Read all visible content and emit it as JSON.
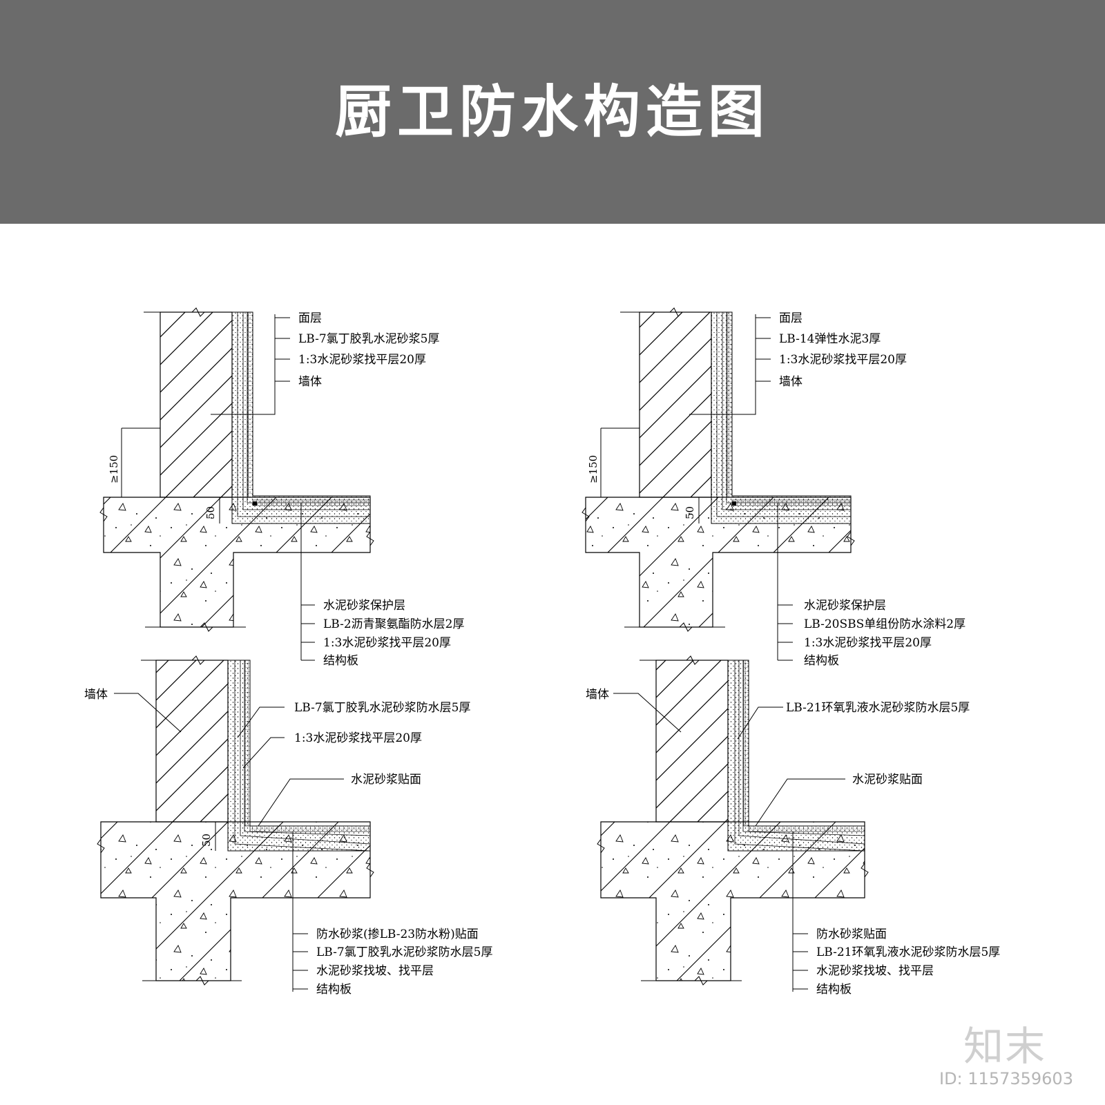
{
  "header": {
    "title": "厨卫防水构造图",
    "background": "#6b6b6b",
    "text_color": "#ffffff"
  },
  "details": [
    {
      "labels": [
        "面层",
        "LB-7氯丁胶乳水泥砂浆5厚",
        "1:3水泥砂浆找平层20厚",
        "墙体",
        "水泥砂浆保护层",
        "LB-2沥青聚氨酯防水层2厚",
        "1:3水泥砂浆找平层20厚",
        "结构板"
      ],
      "dims": [
        "≥150",
        "50"
      ]
    },
    {
      "labels": [
        "面层",
        "LB-14弹性水泥3厚",
        "1:3水泥砂浆找平层20厚",
        "墙体",
        "水泥砂浆保护层",
        "LB-20SBS单组份防水涂料2厚",
        "1:3水泥砂浆找平层20厚",
        "结构板"
      ],
      "dims": [
        "≥150",
        "50"
      ]
    },
    {
      "labels": [
        "墙体",
        "LB-7氯丁胶乳水泥砂浆防水层5厚",
        "1:3水泥砂浆找平层20厚",
        "水泥砂浆贴面",
        "防水砂浆(掺LB-23防水粉)贴面",
        "LB-7氯丁胶乳水泥砂浆防水层5厚",
        "水泥砂浆找坡、找平层",
        "结构板"
      ],
      "dims": [
        "50"
      ]
    },
    {
      "labels": [
        "墙体",
        "LB-21环氧乳液水泥砂浆防水层5厚",
        "水泥砂浆贴面",
        "防水砂浆贴面",
        "LB-21环氧乳液水泥砂浆防水层5厚",
        "水泥砂浆找坡、找平层",
        "结构板"
      ],
      "dims": []
    }
  ],
  "watermark": {
    "logo_text": "知末",
    "id_text": "ID: 1157359603"
  }
}
